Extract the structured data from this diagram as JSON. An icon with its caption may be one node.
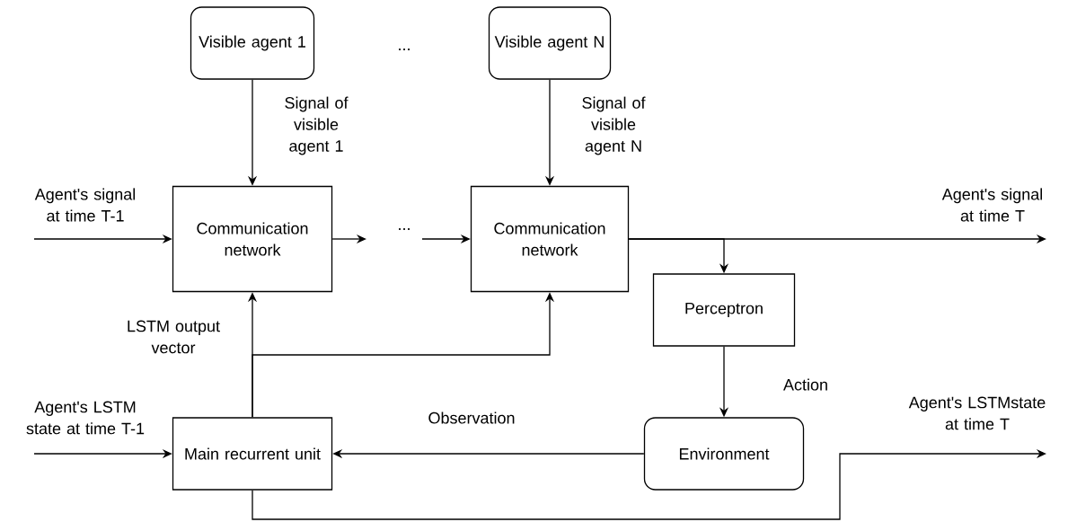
{
  "diagram": {
    "nodes": [
      {
        "text": [
          "Visible agent 1"
        ]
      },
      {
        "text": [
          "Visible agent N"
        ]
      },
      {
        "text": [
          "Communication network"
        ]
      },
      {
        "text": [
          "Communication network"
        ]
      },
      {
        "text": [
          "Perceptron"
        ]
      },
      {
        "text": [
          "Environment"
        ]
      },
      {
        "text": [
          "Main recurrent unit"
        ]
      }
    ],
    "edges": [
      {
        "from": 0,
        "to": 2,
        "arrow": "to",
        "label": "Signal of visible agent 1"
      },
      {
        "from": 1,
        "to": 3,
        "arrow": "to",
        "label": "Signal of visible agent N"
      },
      {
        "from": null,
        "to": 2,
        "arrow": "to",
        "label": "Agent's signal at time T-1"
      },
      {
        "from": 2,
        "to": null,
        "arrow": "to"
      },
      {
        "from": null,
        "to": 3,
        "arrow": "to"
      },
      {
        "from": 3,
        "to": null,
        "arrow": "to",
        "label": "Agent's signal at time T"
      },
      {
        "from": 3,
        "to": 4,
        "arrow": "to"
      },
      {
        "from": 6,
        "to": 2,
        "arrow": "to",
        "label": "LSTM output vector"
      },
      {
        "from": 6,
        "to": 3,
        "arrow": "to"
      },
      {
        "from": 4,
        "to": 5,
        "arrow": "to",
        "label": "Action"
      },
      {
        "from": 5,
        "to": 6,
        "arrow": "to",
        "label": "Observation"
      },
      {
        "from": null,
        "to": 6,
        "arrow": "to",
        "label": "Agent's LSTM state at time T-1"
      },
      {
        "from": 6,
        "to": null,
        "arrow": "to",
        "label": "Agent's LSTMstate at time T"
      }
    ],
    "labels": [
      "...",
      "..."
    ]
  }
}
